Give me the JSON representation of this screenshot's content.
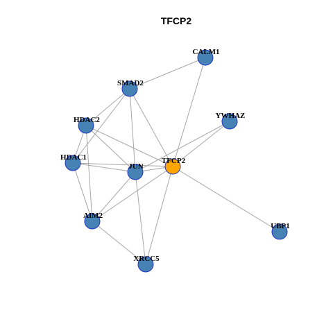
{
  "graph": {
    "title": "TFCP2",
    "colors": {
      "background": "#ffffff",
      "edge": "#a6a6a6",
      "node_fill": "#4682b4",
      "node_highlight_fill": "#ffa500",
      "node_border": "#1f33c4"
    },
    "nodes": [
      {
        "id": "CALM1",
        "label": "CALM1",
        "highlight": false
      },
      {
        "id": "SMAD2",
        "label": "SMAD2",
        "highlight": false
      },
      {
        "id": "YWHAZ",
        "label": "YWHAZ",
        "highlight": false
      },
      {
        "id": "HDAC2",
        "label": "HDAC2",
        "highlight": false
      },
      {
        "id": "HDAC1",
        "label": "HDAC1",
        "highlight": false
      },
      {
        "id": "TFCP2",
        "label": "TFCP2",
        "highlight": true
      },
      {
        "id": "JUN",
        "label": "JUN",
        "highlight": false
      },
      {
        "id": "AIM2",
        "label": "AIM2",
        "highlight": false
      },
      {
        "id": "UBP1",
        "label": "UBP1",
        "highlight": false
      },
      {
        "id": "XRCC5",
        "label": "XRCC5",
        "highlight": false
      }
    ],
    "edges": [
      [
        "CALM1",
        "SMAD2"
      ],
      [
        "CALM1",
        "TFCP2"
      ],
      [
        "SMAD2",
        "HDAC2"
      ],
      [
        "SMAD2",
        "HDAC1"
      ],
      [
        "SMAD2",
        "JUN"
      ],
      [
        "SMAD2",
        "TFCP2"
      ],
      [
        "YWHAZ",
        "JUN"
      ],
      [
        "YWHAZ",
        "TFCP2"
      ],
      [
        "HDAC2",
        "HDAC1"
      ],
      [
        "HDAC2",
        "JUN"
      ],
      [
        "HDAC2",
        "TFCP2"
      ],
      [
        "HDAC2",
        "AIM2"
      ],
      [
        "HDAC1",
        "JUN"
      ],
      [
        "HDAC1",
        "TFCP2"
      ],
      [
        "HDAC1",
        "AIM2"
      ],
      [
        "JUN",
        "TFCP2"
      ],
      [
        "JUN",
        "AIM2"
      ],
      [
        "JUN",
        "XRCC5"
      ],
      [
        "TFCP2",
        "AIM2"
      ],
      [
        "TFCP2",
        "XRCC5"
      ],
      [
        "TFCP2",
        "UBP1"
      ],
      [
        "AIM2",
        "XRCC5"
      ]
    ]
  }
}
